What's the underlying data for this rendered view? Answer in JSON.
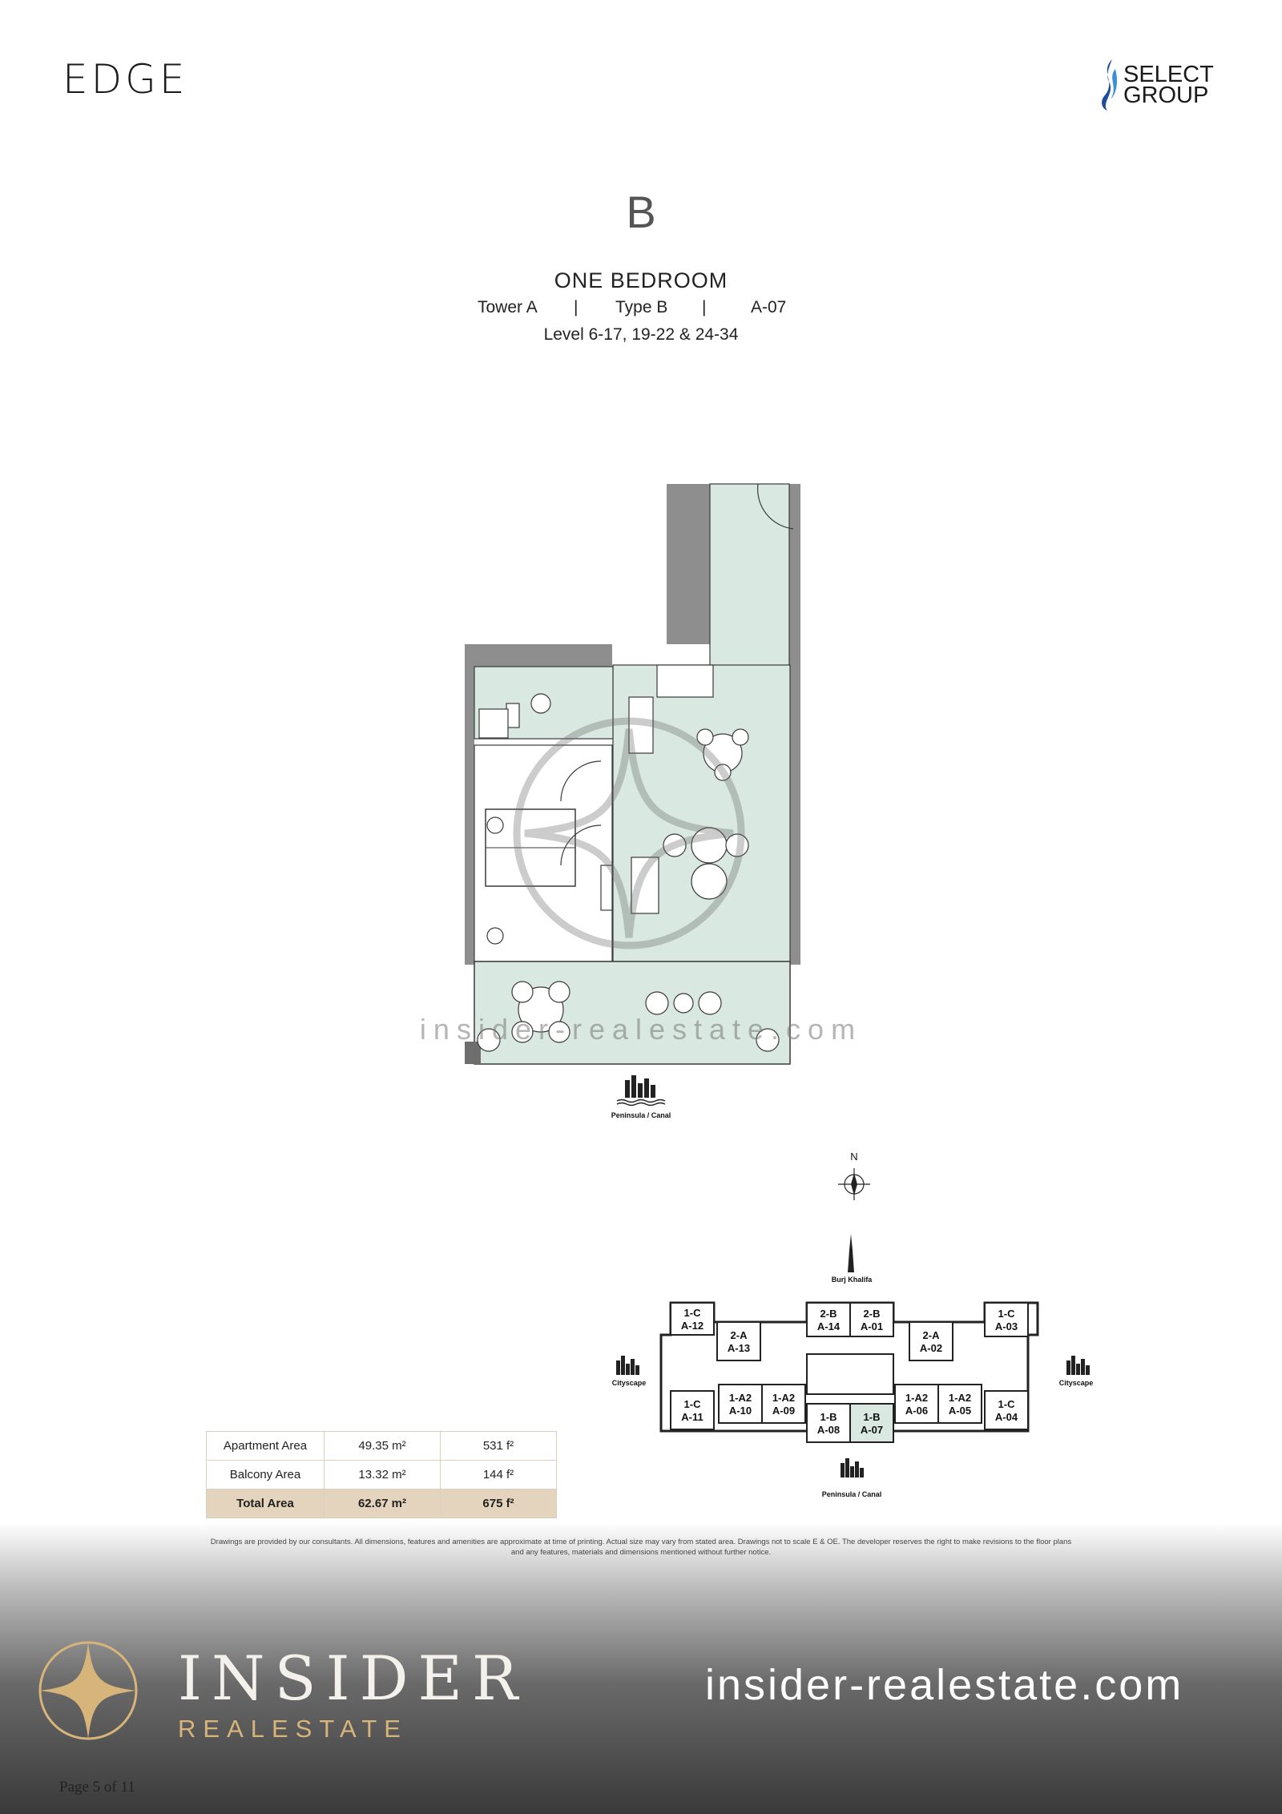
{
  "header": {
    "project_logo_text": "EDGE",
    "developer_logo_line1": "SELECT",
    "developer_logo_line2": "GROUP"
  },
  "unit": {
    "letter": "B",
    "title": "ONE BEDROOM",
    "tower": "Tower A",
    "separator": "|",
    "type": "Type B",
    "unit_number": "A-07",
    "levels": "Level 6-17, 19-22 & 24-34"
  },
  "floor_plan": {
    "view_label": "Peninsula / Canal",
    "watermark": "insider-realestate.com",
    "colors": {
      "wall": "#8e8e8e",
      "floor": "#d9e8e0",
      "balcony": "#d9e8e0",
      "line": "#3a3a3a"
    }
  },
  "key_plan": {
    "north": "N",
    "top_label": "Burj Khalifa",
    "left_label": "Cityscape",
    "right_label": "Cityscape",
    "bottom_label": "Peninsula / Canal",
    "highlight_color": "#d9e8e0",
    "units": [
      {
        "type": "1-C",
        "id": "A-12"
      },
      {
        "type": "2-A",
        "id": "A-13"
      },
      {
        "type": "2-B",
        "id": "A-14"
      },
      {
        "type": "2-B",
        "id": "A-01"
      },
      {
        "type": "2-A",
        "id": "A-02"
      },
      {
        "type": "1-C",
        "id": "A-03"
      },
      {
        "type": "1-C",
        "id": "A-11"
      },
      {
        "type": "1-A2",
        "id": "A-10"
      },
      {
        "type": "1-A2",
        "id": "A-09"
      },
      {
        "type": "1-B",
        "id": "A-08"
      },
      {
        "type": "1-B",
        "id": "A-07"
      },
      {
        "type": "1-A2",
        "id": "A-06"
      },
      {
        "type": "1-A2",
        "id": "A-05"
      },
      {
        "type": "1-C",
        "id": "A-04"
      }
    ]
  },
  "area_table": {
    "rows": [
      {
        "label": "Apartment Area",
        "sqm": "49.35 m²",
        "sqft": "531 f²"
      },
      {
        "label": "Balcony Area",
        "sqm": "13.32 m²",
        "sqft": "144 f²"
      },
      {
        "label": "Total Area",
        "sqm": "62.67 m²",
        "sqft": "675 f²"
      }
    ]
  },
  "disclaimer": {
    "line1": "Drawings are provided by our consultants. All dimensions, features and amenities are approximate at time of printing. Actual size may vary from stated area. Drawings not to scale E & OE. The developer reserves the right to make revisions to the floor plans",
    "line2": "and any features, materials and dimensions mentioned without further notice."
  },
  "footer": {
    "brand_word": "INSIDER",
    "brand_sub": "REALESTATE",
    "website": "insider-realestate.com",
    "accent_color": "#d7b57a"
  },
  "page": {
    "number": "Page 5 of 11"
  }
}
